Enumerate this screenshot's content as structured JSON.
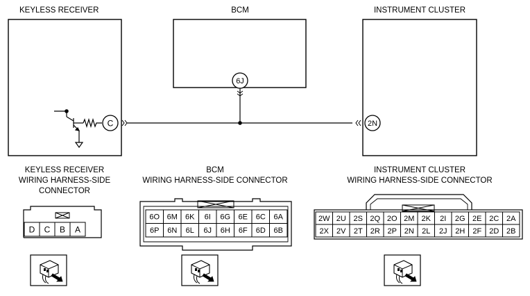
{
  "components": {
    "keyless_receiver": "KEYLESS RECEIVER",
    "bcm": "BCM",
    "instrument_cluster": "INSTRUMENT CLUSTER"
  },
  "terminals": {
    "receiver": "C",
    "bcm": "6J",
    "cluster": "2N"
  },
  "connector_titles": {
    "keyless_receiver": [
      "KEYLESS RECEIVER",
      "WIRING HARNESS-SIDE",
      "CONNECTOR"
    ],
    "bcm": [
      "BCM",
      "WIRING HARNESS-SIDE CONNECTOR"
    ],
    "instrument_cluster": [
      "INSTRUMENT CLUSTER",
      "WIRING HARNESS-SIDE CONNECTOR"
    ]
  },
  "connectors": {
    "keyless_receiver": {
      "rows": [
        [
          "D",
          "C",
          "B",
          "A"
        ]
      ]
    },
    "bcm": {
      "rows": [
        [
          "6O",
          "6M",
          "6K",
          "6I",
          "6G",
          "6E",
          "6C",
          "6A"
        ],
        [
          "6P",
          "6N",
          "6L",
          "6J",
          "6H",
          "6F",
          "6D",
          "6B"
        ]
      ]
    },
    "instrument_cluster": {
      "rows": [
        [
          "2W",
          "2U",
          "2S",
          "2Q",
          "2O",
          "2M",
          "2K",
          "2I",
          "2G",
          "2E",
          "2C",
          "2A"
        ],
        [
          "2X",
          "2V",
          "2T",
          "2R",
          "2P",
          "2N",
          "2L",
          "2J",
          "2H",
          "2F",
          "2D",
          "2B"
        ]
      ]
    }
  },
  "icons": [
    "connector-probe-icon",
    "transistor-symbol-icon",
    "ground-icon",
    "resistor-icon"
  ]
}
